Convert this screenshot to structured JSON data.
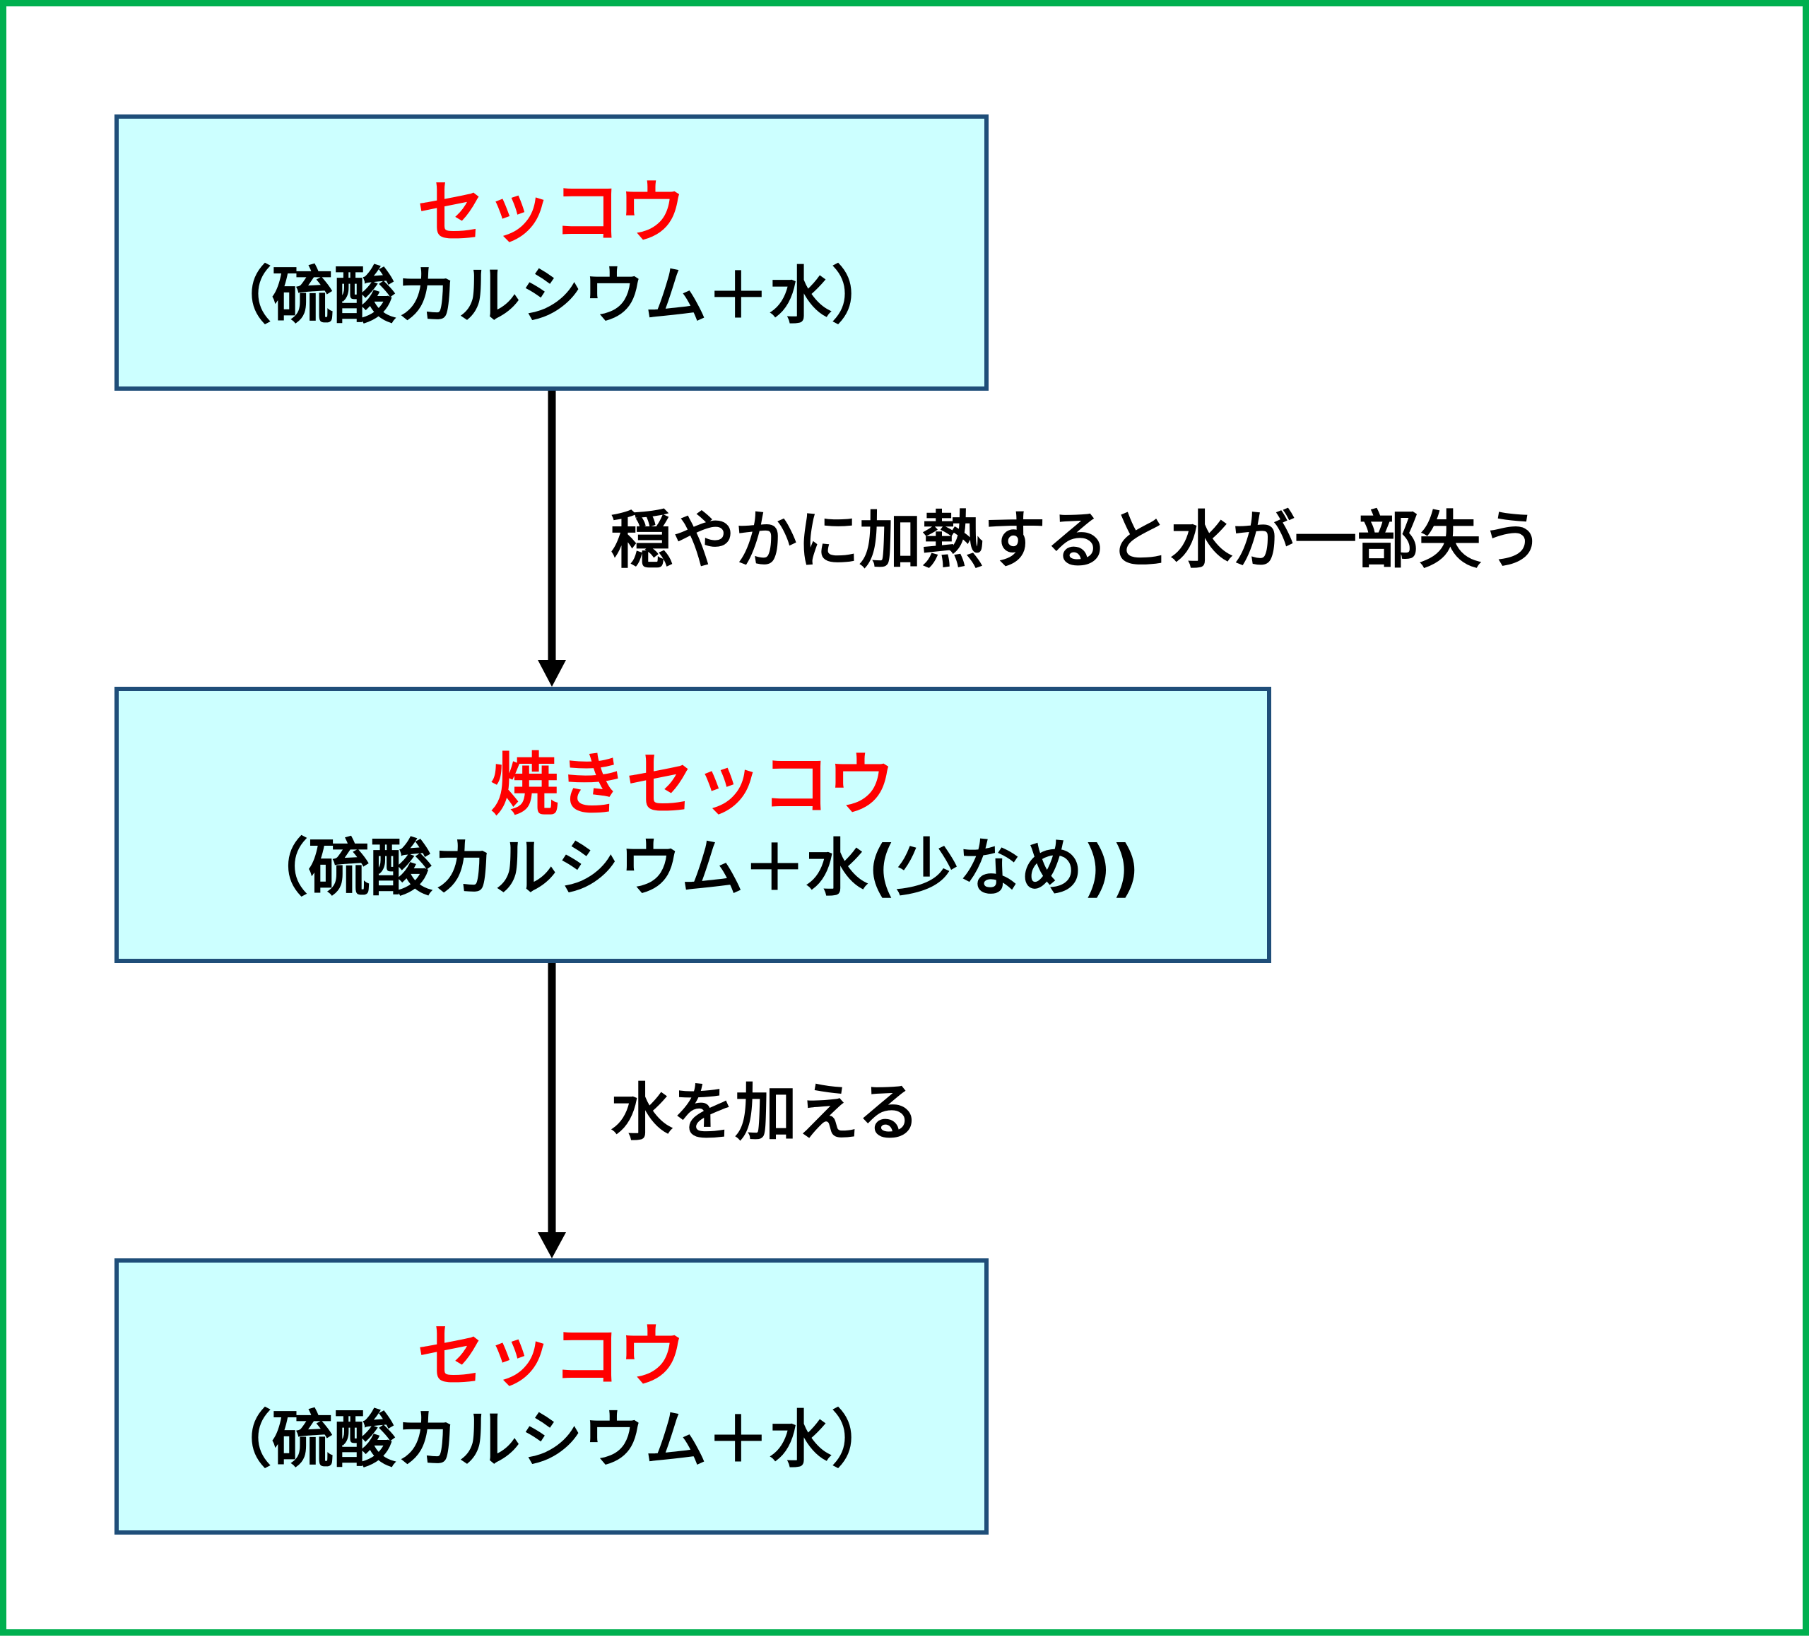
{
  "colors": {
    "frame_border": "#00b04f",
    "box_fill": "#ccffff",
    "box_border": "#1f4e79",
    "title_text": "#ff0000",
    "body_text": "#000000",
    "arrow": "#000000"
  },
  "nodes": [
    {
      "title": "セッコウ",
      "subtitle": "（硫酸カルシウム＋水）"
    },
    {
      "title": "焼きセッコウ",
      "subtitle": "（硫酸カルシウム＋水(少なめ))"
    },
    {
      "title": "セッコウ",
      "subtitle": "（硫酸カルシウム＋水）"
    }
  ],
  "edges": [
    {
      "from": 0,
      "to": 1,
      "label": "穏やかに加熱すると水が一部失う"
    },
    {
      "from": 1,
      "to": 2,
      "label": "水を加える"
    }
  ]
}
